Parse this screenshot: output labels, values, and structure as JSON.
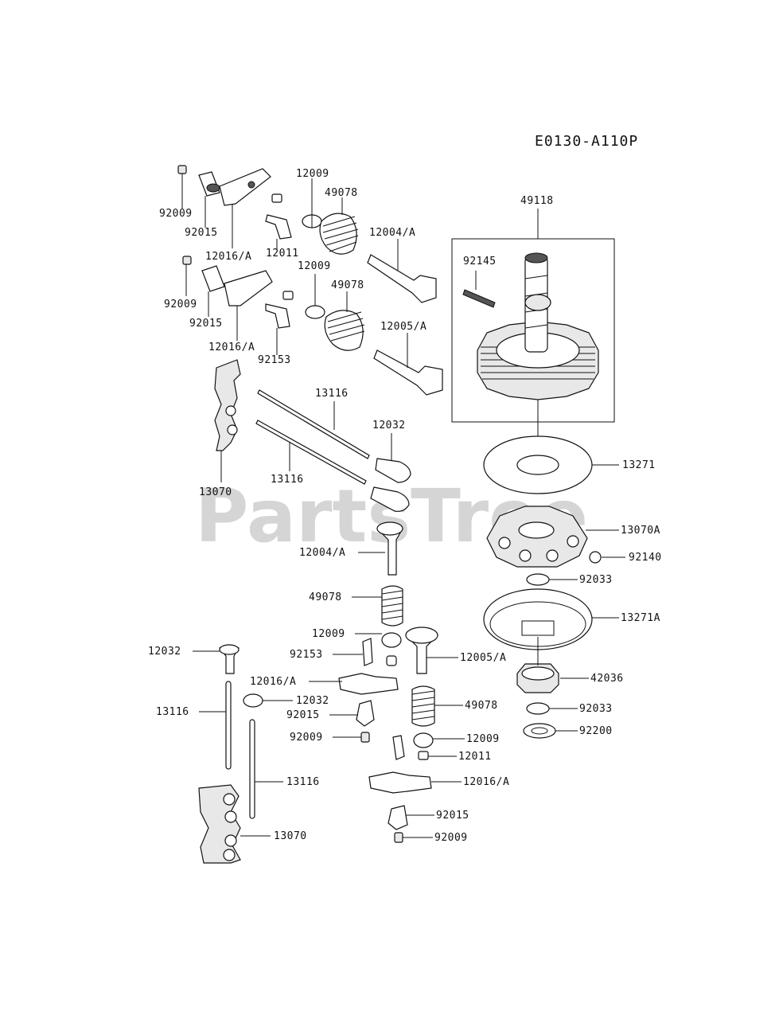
{
  "diagram_code": "E0130-A110P",
  "watermark": "PartsTree",
  "trademark": "™",
  "labels": {
    "l_12009_a": "12009",
    "l_49078_a": "49078",
    "l_92009_a": "92009",
    "l_92015_a": "92015",
    "l_12004_a": "12004/A",
    "l_12016_a": "12016/A",
    "l_12011_a": "12011",
    "l_12009_b": "12009",
    "l_49078_b": "49078",
    "l_92009_b": "92009",
    "l_92015_b": "92015",
    "l_12005_a": "12005/A",
    "l_12016_b": "12016/A",
    "l_92153_a": "92153",
    "l_13116_a": "13116",
    "l_12032_a": "12032",
    "l_13116_b": "13116",
    "l_13070_a": "13070",
    "l_12004_b": "12004/A",
    "l_49078_c": "49078",
    "l_12009_c": "12009",
    "l_92153_b": "92153",
    "l_12005_b": "12005/A",
    "l_12032_b": "12032",
    "l_12016_c": "12016/A",
    "l_12032_c": "12032",
    "l_13116_c": "13116",
    "l_92015_c": "92015",
    "l_49078_d": "49078",
    "l_92009_c": "92009",
    "l_12009_d": "12009",
    "l_12011_b": "12011",
    "l_13116_d": "13116",
    "l_12016_d": "12016/A",
    "l_92015_d": "92015",
    "l_13070_b": "13070",
    "l_92009_d": "92009",
    "l_49118": "49118",
    "l_92145": "92145",
    "l_13271": "13271",
    "l_13070A": "13070A",
    "l_92140": "92140",
    "l_92033_a": "92033",
    "l_13271A": "13271A",
    "l_42036": "42036",
    "l_92033_b": "92033",
    "l_92200": "92200"
  }
}
